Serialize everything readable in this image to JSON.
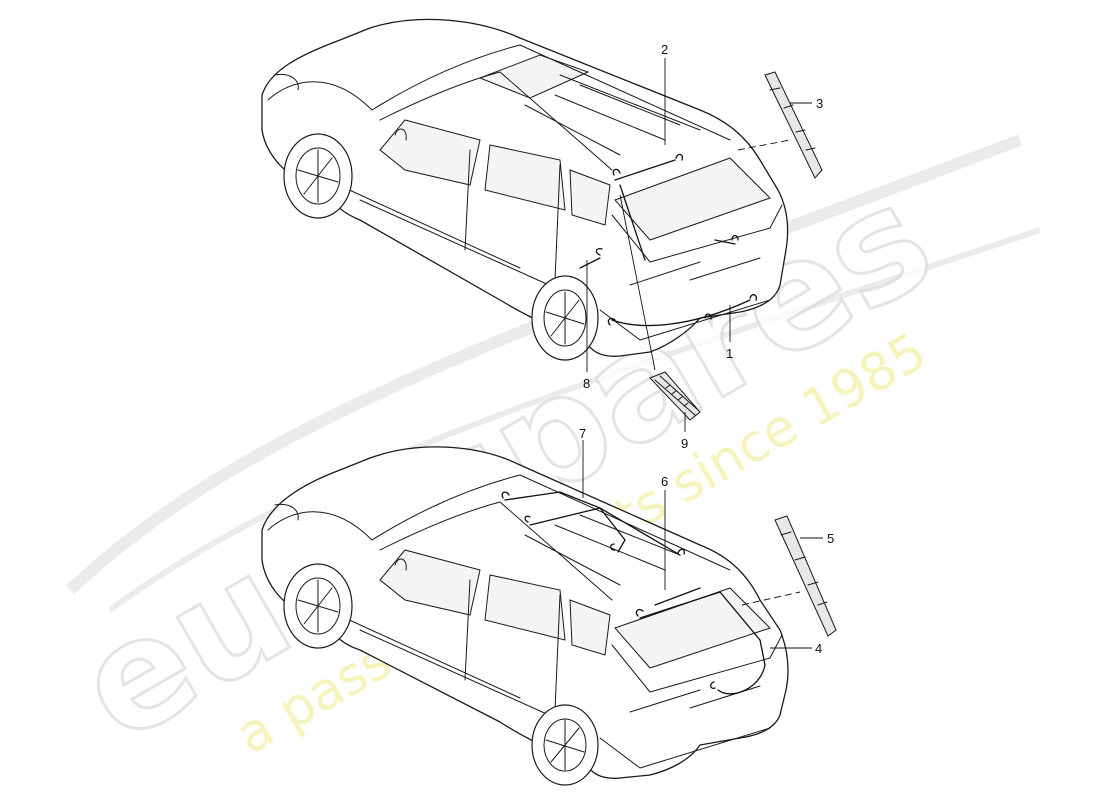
{
  "watermark": {
    "logo_text": "eurospares",
    "tagline": "a passion for parts since 1985"
  },
  "callouts": [
    {
      "id": "c1",
      "label": "1"
    },
    {
      "id": "c2",
      "label": "2"
    },
    {
      "id": "c3",
      "label": "3"
    },
    {
      "id": "c4",
      "label": "4"
    },
    {
      "id": "c5",
      "label": "5"
    },
    {
      "id": "c6",
      "label": "6"
    },
    {
      "id": "c7",
      "label": "7"
    },
    {
      "id": "c8",
      "label": "8"
    },
    {
      "id": "c9",
      "label": "9"
    }
  ],
  "colors": {
    "line": "#1a1a1a",
    "background": "#ffffff",
    "watermark_outline": "#dcdcdc",
    "watermark_tagline": "#f3f0a6"
  }
}
